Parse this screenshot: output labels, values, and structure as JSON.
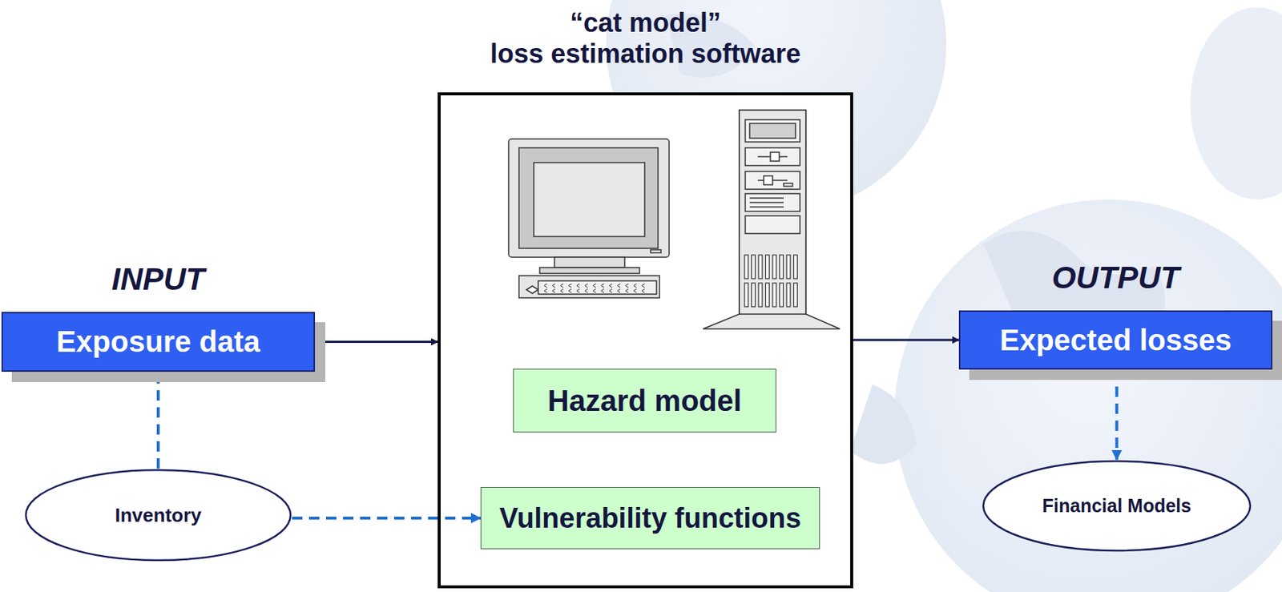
{
  "diagram": {
    "nodes": [
      {
        "text": [
          "INPUT",
          "Exposure data"
        ]
      },
      {
        "text": [
          "“cat model”",
          "loss estimation software"
        ]
      },
      {
        "text": [
          "Hazard model"
        ],
        "in": 1
      },
      {
        "text": [
          "Vulnerability functions"
        ],
        "in": 1
      },
      {
        "text": [
          "OUTPUT",
          "Expected losses"
        ]
      },
      {
        "text": [
          "Inventory"
        ]
      },
      {
        "text": [
          "Financial Models"
        ]
      }
    ],
    "edges": [
      {
        "from": 0,
        "to": 1,
        "arrow": "to"
      },
      {
        "from": 1,
        "to": 4,
        "arrow": "to"
      },
      {
        "from": 5,
        "to": 0,
        "arrow": "to"
      },
      {
        "from": 5,
        "to": 3,
        "arrow": "to"
      },
      {
        "from": 4,
        "to": 6,
        "arrow": "to"
      }
    ]
  }
}
